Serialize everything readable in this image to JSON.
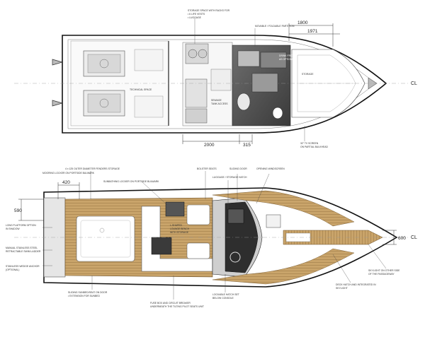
{
  "plans": {
    "top": {
      "labels": {
        "storage_space": "STORAGE SPACE WITH RACKS FOR",
        "storage_space_2": "• 6 LIFE VESTS",
        "storage_space_3": "• LUGGAGE",
        "movable_partition": "MOVABLE / FOLDABLE PARTITION",
        "technical_space": "TECHNICAL SPACE",
        "sewage_tank": "SEWAGE",
        "sewage_tank_2": "TANK ACCESS",
        "fridge": "DRINK FRIDGE",
        "fridge_2": "AS OPTIONAL",
        "storage": "STORAGE",
        "tv_screen": "32\" TV SCREEN",
        "tv_screen_2": "ON PARTIAL BULKHEAD"
      },
      "dimensions": {
        "d1800": "1800",
        "d1971": "1971",
        "d2000": "2000",
        "d315": "315"
      },
      "centerline": "CL"
    },
    "deck": {
      "labels": {
        "outer_diameter": "4 x 125 OUTER DIAMETER FENDERS STORAGE",
        "mooring_locker": "MOORING LOCKER ON PORTSIDE BULWARK",
        "sunbathing_locker": "SUNBATHING LOCKER ON PORTSIDE BULWARK",
        "bolster_seats": "BOLSTER SEATS",
        "sliding_door": "SLIDING DOOR",
        "opening_windscreen": "OPENING WINDSCREEN",
        "luggage_hatch": "LUGGAGE / STORAGE HATCH",
        "long_platform": "LONG PLATFORM OPTION",
        "long_platform_2": "IN SHADOW",
        "manual_ladder": "MANUAL STAINLESS STEEL",
        "manual_ladder_2": "RETRACTABLE SWIM LADDER",
        "anchor": "STAINLESS WEDGE ANCHOR",
        "anchor_2": "(OPTIONAL)",
        "sliding_sunbed": "SLIDING SUNBED/SEAT ON DOOR",
        "sliding_sunbed_2": "• EXTENSION FOR SUNBED",
        "fuse_box": "FUSE BOX AND CIRCUIT BREAKER",
        "fuse_box_2": "UNDERNEATH THE TILTING PILOT SEATS UNIT",
        "lounge_bench": "L-SHAPED",
        "lounge_bench_2": "LOUNGE BENCH",
        "lounge_bench_3": "WITH STORAGE",
        "console": "LOCKABLE HATCH SET",
        "console_2": "BELOW CONSOLE",
        "skylight": "SKYLIGHT ON OTHER SIDE",
        "skylight_2": "OF THE PASSAGEWAY",
        "deck_hatch": "DECK HATCH AND INTEGRATED IN",
        "deck_hatch_2": "SKYLIGHT"
      },
      "dimensions": {
        "d420": "420",
        "d590": "590",
        "d600": "600"
      },
      "centerline": "CL"
    }
  }
}
